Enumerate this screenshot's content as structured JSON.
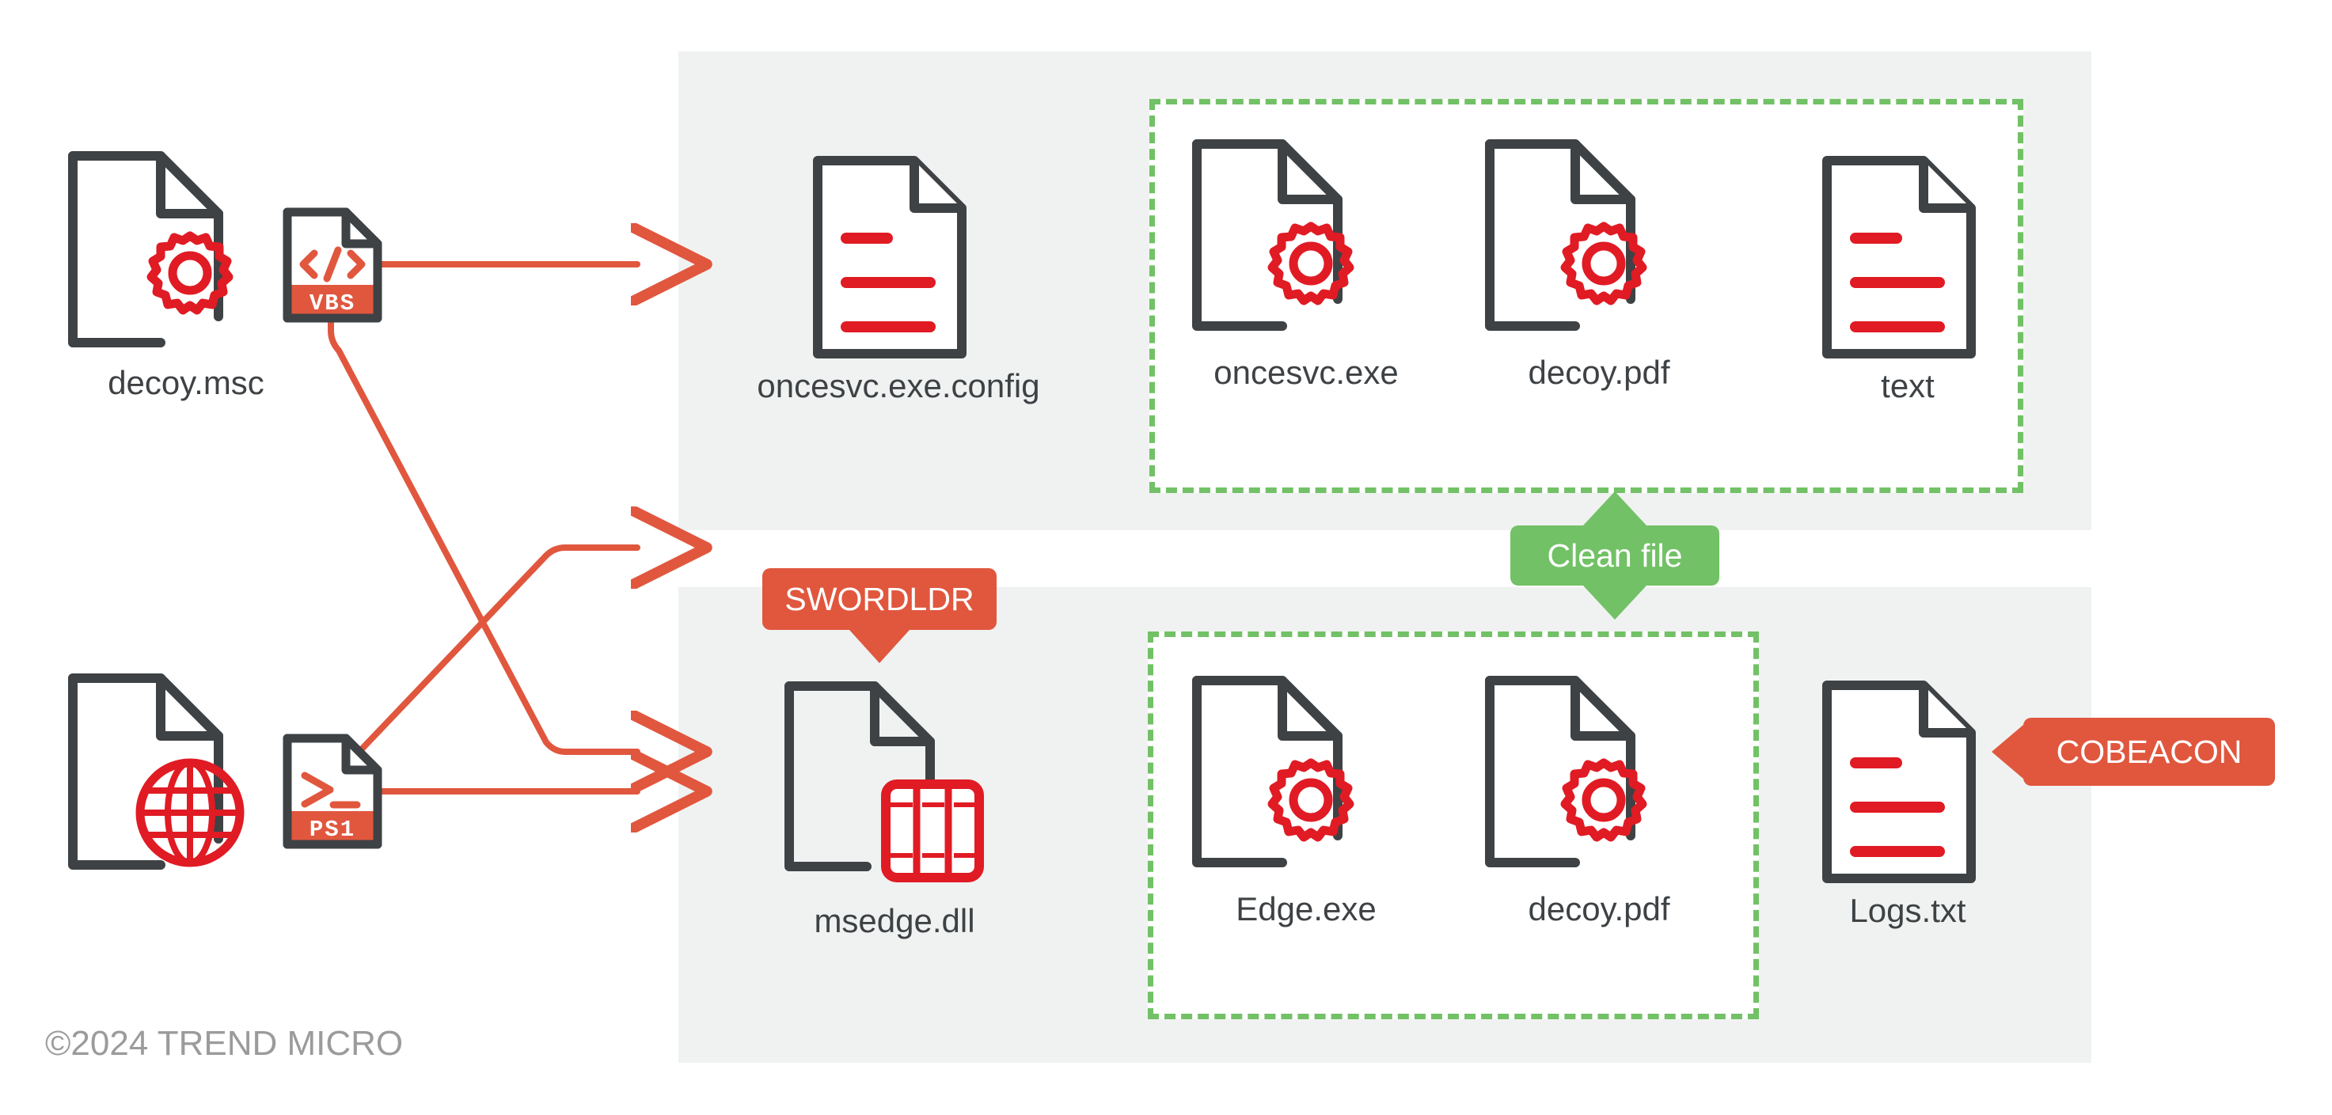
{
  "diagram": {
    "title": "Infection chain file diagram",
    "background": "#ffffff",
    "panel_color": "#f0f2f1",
    "colors": {
      "dark": "#3e4245",
      "red": "#e01b24",
      "arrow_red": "#e0573e",
      "badge_red": "#e0573e",
      "badge_green": "#72c166",
      "dash_green": "#72c166",
      "caption": "#3e4245",
      "copyright": "#9b9b9b"
    }
  },
  "sources": [
    {
      "id": "decoy-msc",
      "caption": "decoy.msc",
      "icon": "document-with-gear-icon",
      "secondary_icon": "gear-icon"
    },
    {
      "id": "vbs-script",
      "caption": "",
      "icon": "code-file-icon",
      "tag": "VBS"
    },
    {
      "id": "downloaded-file",
      "caption": "",
      "icon": "document-with-globe-icon",
      "secondary_icon": "globe-icon"
    },
    {
      "id": "ps1-script",
      "caption": "",
      "icon": "powershell-file-icon",
      "tag": "PS1"
    }
  ],
  "panels": [
    {
      "id": "panel-top",
      "nodes": [
        {
          "id": "oncesvc-exe-config",
          "caption": "oncesvc.exe.config",
          "icon": "text-document-icon",
          "in_clean_box": false
        },
        {
          "id": "oncesvc-exe",
          "caption": "oncesvc.exe",
          "icon": "document-with-gear-icon",
          "in_clean_box": true
        },
        {
          "id": "decoy-pdf-top",
          "caption": "decoy.pdf",
          "icon": "document-with-gear-icon",
          "in_clean_box": true
        },
        {
          "id": "text-file",
          "caption": "text",
          "icon": "text-document-icon",
          "in_clean_box": true
        }
      ]
    },
    {
      "id": "panel-bottom",
      "nodes": [
        {
          "id": "msedge-dll",
          "caption": "msedge.dll",
          "icon": "document-with-dll-icon",
          "in_clean_box": false
        },
        {
          "id": "edge-exe",
          "caption": "Edge.exe",
          "icon": "document-with-gear-icon",
          "in_clean_box": true
        },
        {
          "id": "decoy-pdf-bottom",
          "caption": "decoy.pdf",
          "icon": "document-with-gear-icon",
          "in_clean_box": true
        },
        {
          "id": "logs-txt",
          "caption": "Logs.txt",
          "icon": "text-document-icon",
          "in_clean_box": false
        }
      ]
    }
  ],
  "badges": [
    {
      "id": "swordldr",
      "label": "SWORDLDR",
      "color": "#e0573e",
      "points": "down",
      "target": "msedge.dll"
    },
    {
      "id": "clean-file",
      "label": "Clean file",
      "color": "#72c166",
      "points": "up-and-down",
      "target": "dashed clean-file boxes"
    },
    {
      "id": "cobeacon",
      "label": "COBEACON",
      "color": "#e0573e",
      "points": "left",
      "target": "Logs.txt"
    }
  ],
  "connectors": [
    {
      "id": "vbs-to-top",
      "from": "vbs-script",
      "to": "panel-top",
      "style": "straight-right-arrow"
    },
    {
      "id": "ps1-to-top",
      "from": "ps1-script",
      "to": "panel-top",
      "style": "diagonal-up-right-arrow"
    },
    {
      "id": "vbs-to-bottom",
      "from": "vbs-script",
      "to": "panel-bottom",
      "style": "diagonal-down-right-arrow"
    },
    {
      "id": "ps1-to-bottom",
      "from": "ps1-script",
      "to": "panel-bottom",
      "style": "straight-right-arrow"
    }
  ],
  "tags": {
    "vbs": "VBS",
    "ps1": "PS1"
  },
  "footer": {
    "copyright": "©2024 TREND MICRO"
  }
}
